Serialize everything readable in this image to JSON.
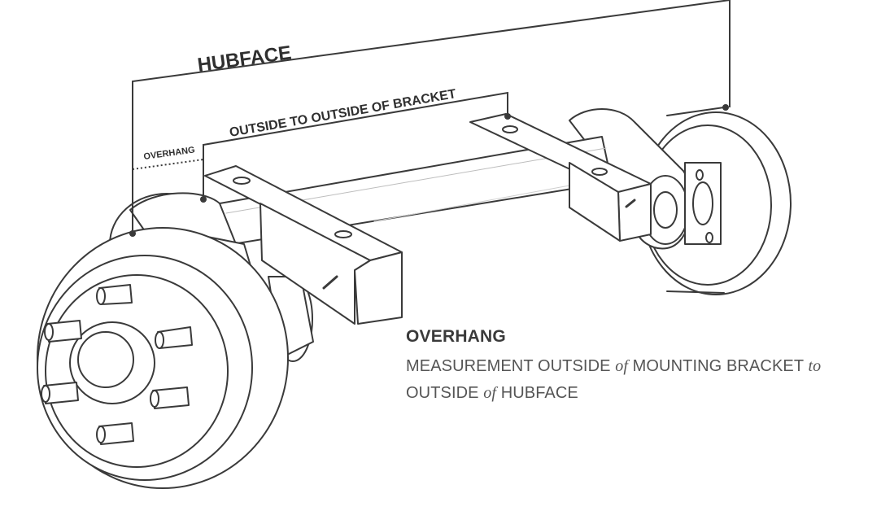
{
  "dimensions": {
    "hubface_label": "HUBFACE",
    "bracket_label": "OUTSIDE TO OUTSIDE OF BRACKET",
    "overhang_label": "OVERHANG"
  },
  "caption": {
    "title": "OVERHANG",
    "line1_a": "MEASUREMENT OUTSIDE ",
    "line1_b": "of",
    "line1_c": " MOUNTING BRACKET ",
    "line1_d": "to",
    "line2_a": "OUTSIDE ",
    "line2_b": "of",
    "line2_c": " HUBFACE"
  },
  "colors": {
    "line": "#3a3a3a",
    "text": "#555555"
  }
}
